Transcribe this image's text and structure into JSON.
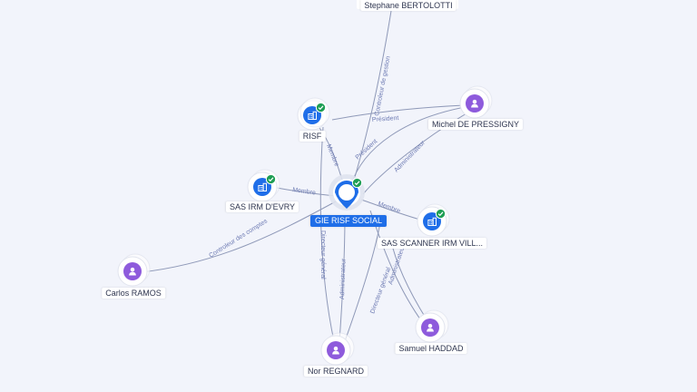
{
  "colors": {
    "background": "#f2f4fb",
    "edge": "#8f99b8",
    "edge_label": "#6f7cb4",
    "company": "#1f6ee8",
    "person": "#8e5bdc",
    "verified_badge": "#1e9e54"
  },
  "nodes": {
    "gie": {
      "label": "GIE RISF SOCIAL",
      "kind": "company-main",
      "icon": "building-icon"
    },
    "risf": {
      "label": "RISF",
      "kind": "company",
      "icon": "building-icon",
      "verified": true
    },
    "irm_evry": {
      "label": "SAS IRM D'EVRY",
      "kind": "company",
      "icon": "building-icon",
      "verified": true
    },
    "scanner": {
      "label": "SAS SCANNER IRM VILL...",
      "kind": "company",
      "icon": "building-icon",
      "verified": true
    },
    "bertolotti": {
      "label": "Stephane BERTOLOTTI",
      "kind": "person",
      "icon": "person-icon"
    },
    "pressigny": {
      "label": "Michel DE PRESSIGNY",
      "kind": "person",
      "icon": "person-icon"
    },
    "ramos": {
      "label": "Carlos RAMOS",
      "kind": "person",
      "icon": "person-icon"
    },
    "regnard": {
      "label": "Nor REGNARD",
      "kind": "person",
      "icon": "person-icon"
    },
    "haddad": {
      "label": "Samuel HADDAD",
      "kind": "person",
      "icon": "person-icon"
    }
  },
  "edges": {
    "bertolotti_gie": "Controleur de gestion",
    "pressigny_risf": "Président",
    "risf_gie_membre": "Membre",
    "pressigny_gie_president": "Président",
    "pressigny_gie_admin": "Administrateur",
    "evry_gie": "Membre",
    "scanner_gie": "Membre",
    "ramos_gie": "Controleur des comptes",
    "regnard_dg": "Directeur général",
    "regnard_admin": "Administrateur",
    "haddad_dg": "Directeur général",
    "haddad_admin": "Administrateur"
  }
}
